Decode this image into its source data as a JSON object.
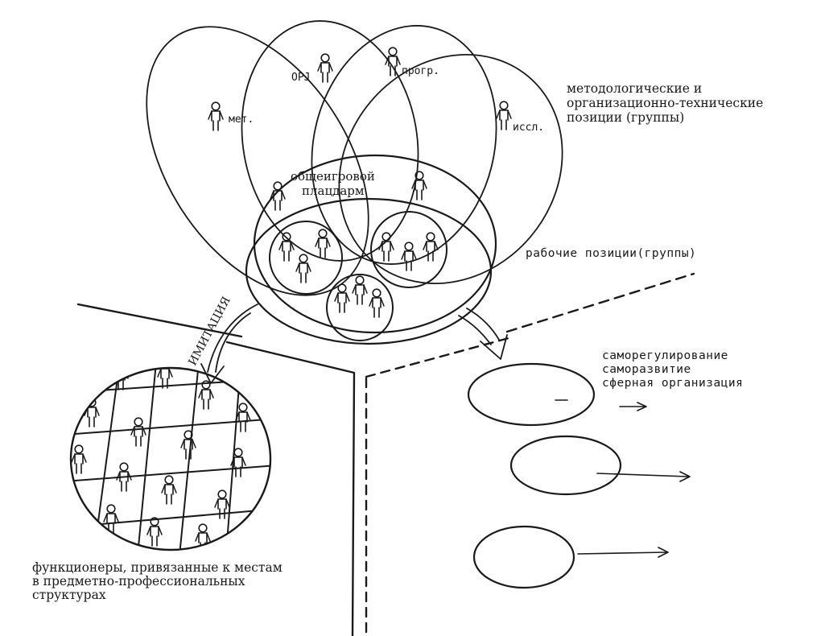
{
  "petal_labels": {
    "met": "мет.",
    "orj": "ОРJ",
    "progr": "прогр.",
    "issl": "иссл."
  },
  "methodological_label": {
    "line1": "методологические и",
    "line2": "организационно-технические",
    "line3": "позиции (группы)"
  },
  "platform_label": {
    "line1": "общеигровой",
    "line2": "плацдарм"
  },
  "working_positions_label": "рабочие позиции(группы)",
  "imitation_label": "ИМИТАЦИЯ",
  "self_regulation_label": {
    "line1": "саморегулирование",
    "line2": "саморазвитие",
    "line3": "сферная организация"
  },
  "functionaries_label": {
    "line1": "функционеры, привязанные к местам",
    "line2": "в предметно-профессиональных",
    "line3": "структурах"
  }
}
